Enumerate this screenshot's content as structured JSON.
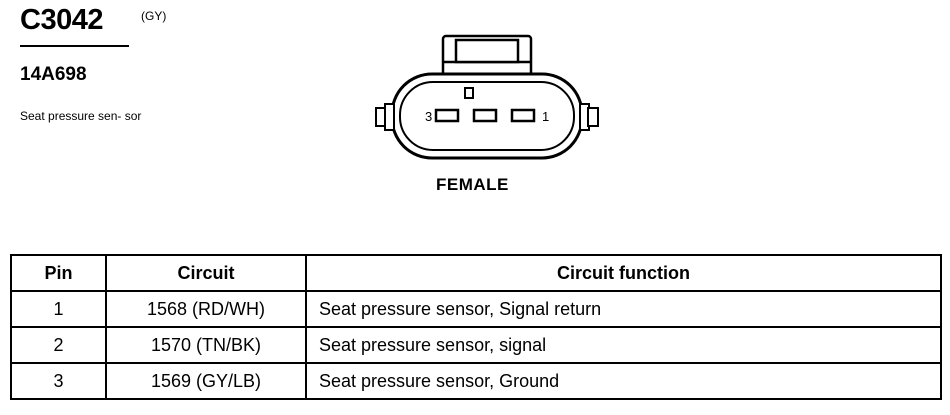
{
  "connector": {
    "id": "C3042",
    "color_code": "(GY)",
    "part_number": "14A698",
    "description": "Seat pressure sen- sor"
  },
  "diagram": {
    "pin_left_label": "3",
    "pin_right_label": "1",
    "view_label": "FEMALE"
  },
  "table": {
    "headers": [
      "Pin",
      "Circuit",
      "Circuit function"
    ],
    "rows": [
      {
        "pin": "1",
        "circuit": "1568 (RD/WH)",
        "function": "Seat pressure sensor, Signal return"
      },
      {
        "pin": "2",
        "circuit": "1570 (TN/BK)",
        "function": "Seat pressure sensor, signal"
      },
      {
        "pin": "3",
        "circuit": "1569 (GY/LB)",
        "function": "Seat pressure sensor, Ground"
      }
    ]
  }
}
